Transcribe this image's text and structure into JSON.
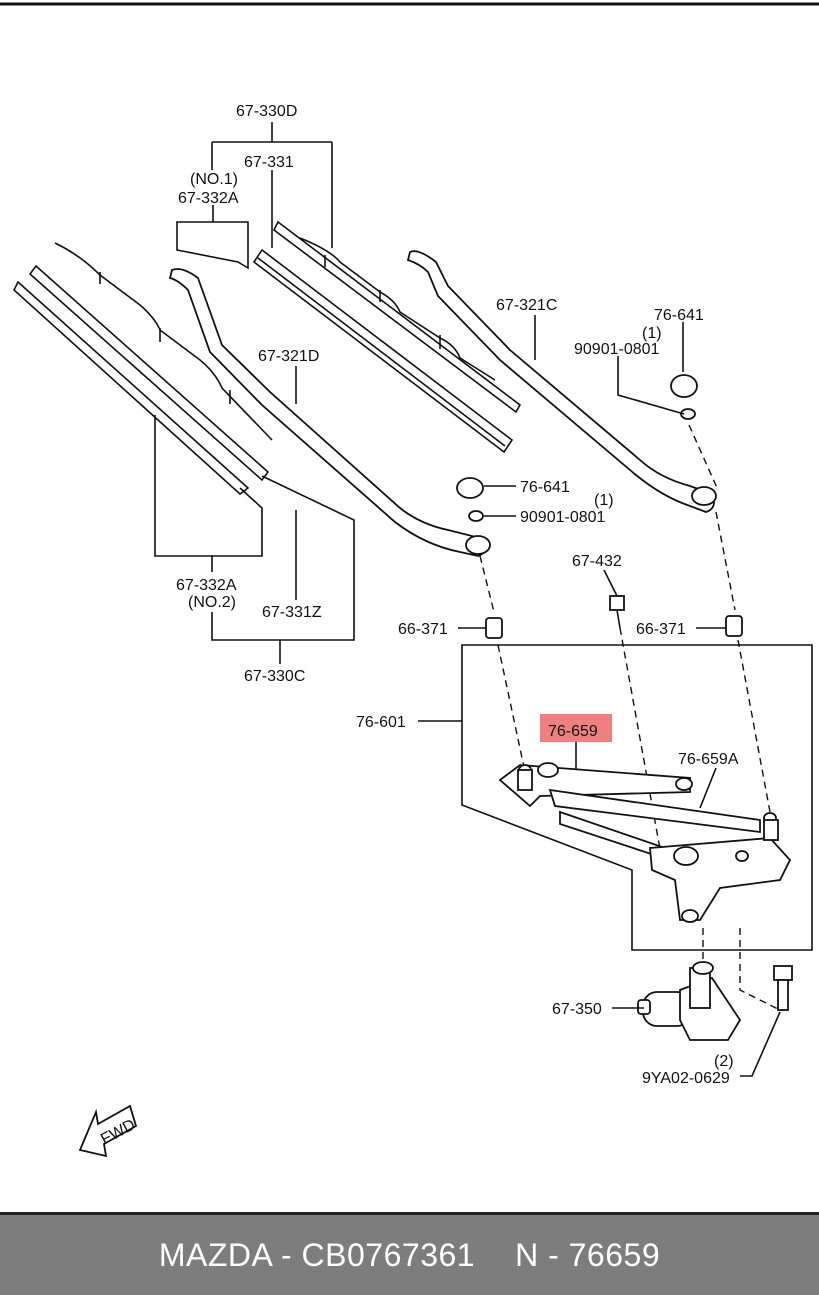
{
  "labels": {
    "l_67_330D": "67-330D",
    "l_no1": "(NO.1)",
    "l_67_331": "67-331",
    "l_67_332A_top": "67-332A",
    "l_67_321C": "67-321C",
    "l_76_641_top": "76-641",
    "l_qty1_top": "(1)",
    "l_90901_top": "90901-0801",
    "l_67_321D": "67-321D",
    "l_76_641_mid": "76-641",
    "l_qty1_mid": "(1)",
    "l_90901_mid": "90901-0801",
    "l_67_432": "67-432",
    "l_67_332A_bot": "67-332A",
    "l_no2": "(NO.2)",
    "l_67_331Z": "67-331Z",
    "l_66_371_left": "66-371",
    "l_66_371_right": "66-371",
    "l_67_330C": "67-330C",
    "l_76_601": "76-601",
    "l_76_659": "76-659",
    "l_76_659A": "76-659A",
    "l_67_350": "67-350",
    "l_qty2": "(2)",
    "l_9YA02": "9YA02-0629",
    "fwd": "FWD"
  },
  "highlight_color": "#f08080",
  "footer": {
    "left": "MAZDA - CB0767361",
    "right": "N - 76659"
  }
}
